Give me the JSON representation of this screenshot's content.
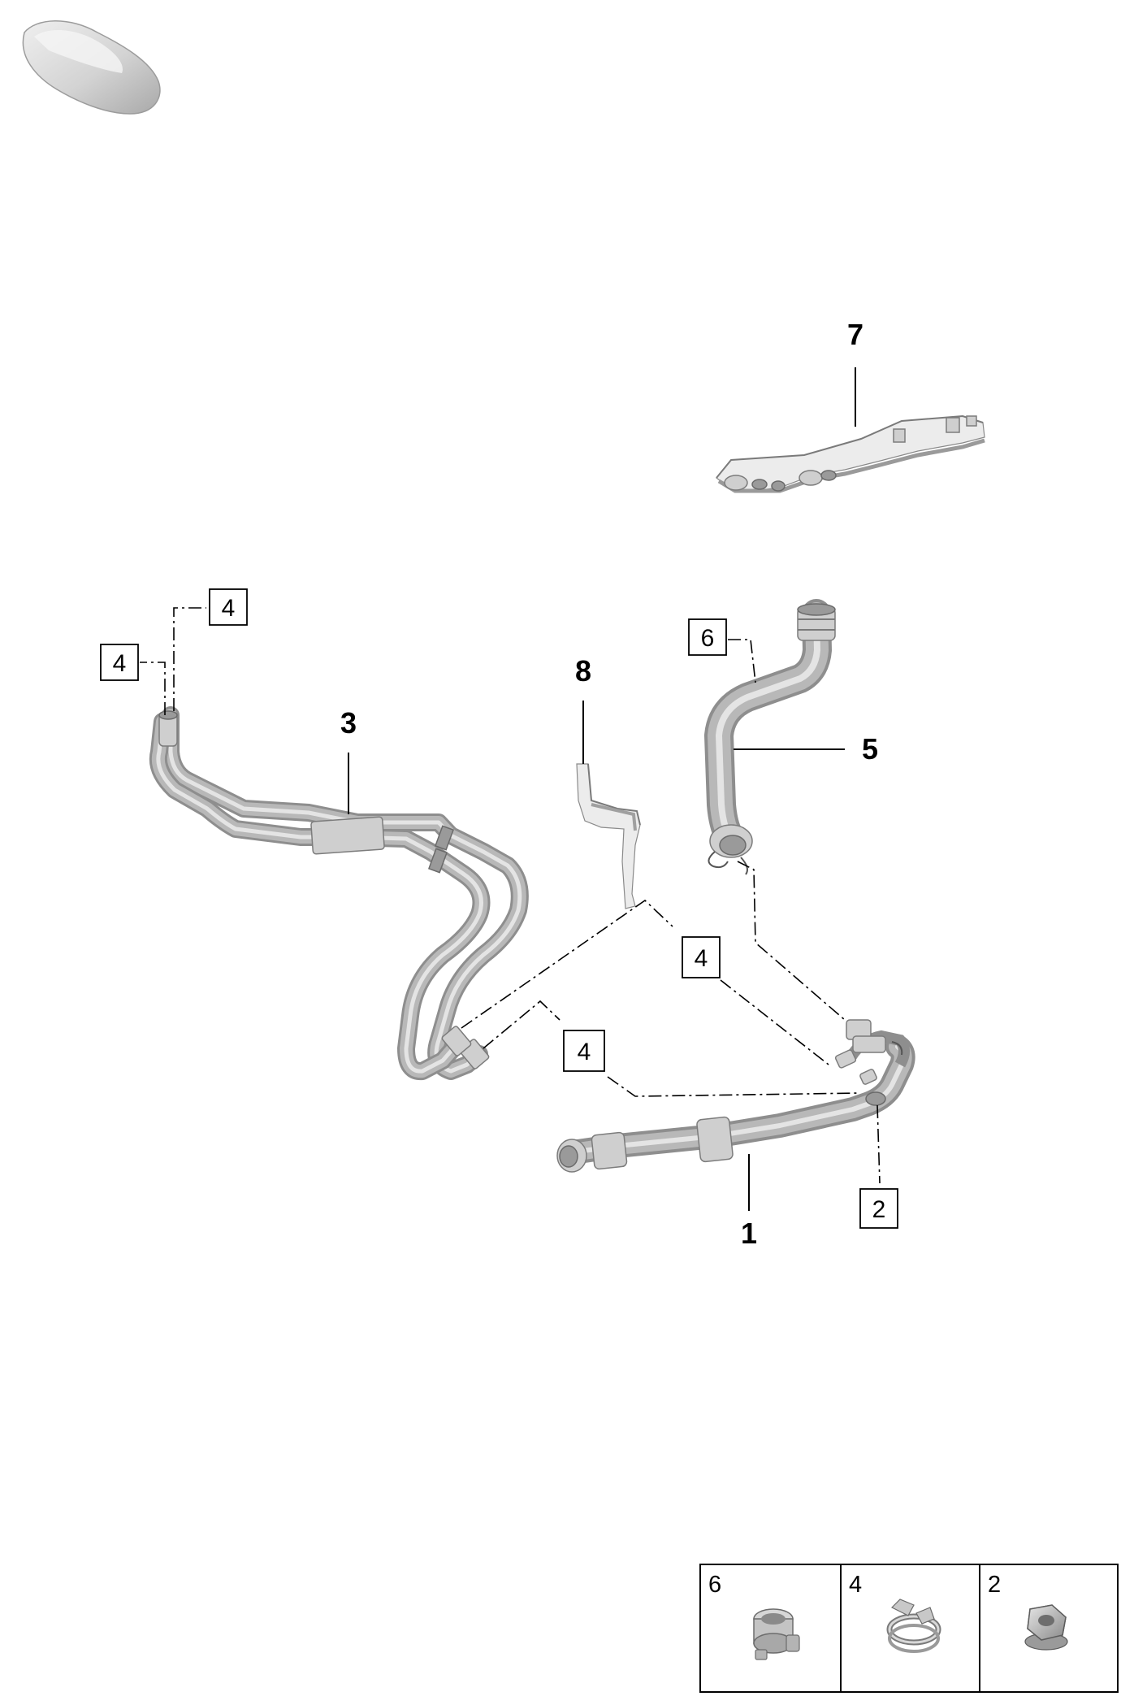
{
  "callouts": {
    "c1": "1",
    "c3": "3",
    "c5": "5",
    "c7": "7",
    "c8": "8"
  },
  "ref_boxes": {
    "r4a": "4",
    "r4b": "4",
    "r6": "6",
    "r4c": "4",
    "r4d": "4",
    "r2": "2"
  },
  "legend": {
    "items": [
      {
        "number": "6",
        "icon": "hose-clamp-6-icon"
      },
      {
        "number": "4",
        "icon": "spring-clamp-icon"
      },
      {
        "number": "2",
        "icon": "hex-nut-icon"
      }
    ]
  },
  "icons": {
    "car_thumbnail": "car-silhouette-icon"
  },
  "colors": {
    "part_gray": "#cfcfcf",
    "line": "#000000"
  }
}
